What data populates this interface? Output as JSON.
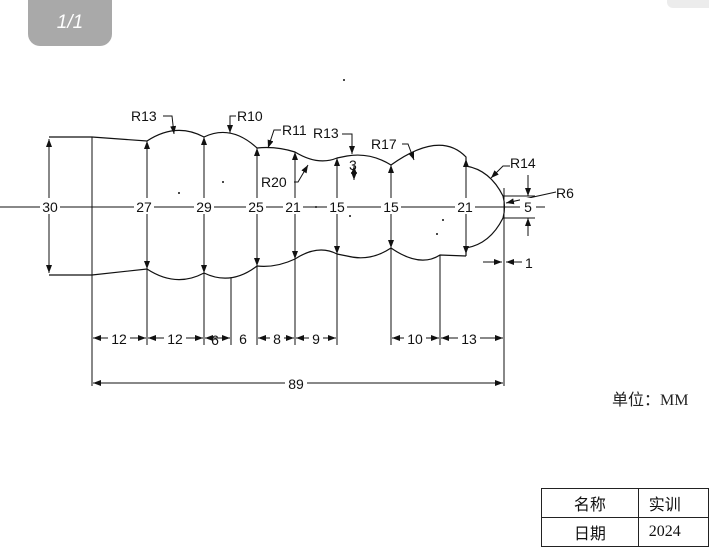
{
  "viewer": {
    "page_indicator": "1/1"
  },
  "drawing": {
    "diameters": [
      "30",
      "27",
      "29",
      "25",
      "21",
      "15",
      "15",
      "21",
      "5"
    ],
    "radii": [
      "R13",
      "R10",
      "R11",
      "R13",
      "R17",
      "R14",
      "R6",
      "R20"
    ],
    "lengths": [
      "12",
      "12",
      "6",
      "6",
      "8",
      "9",
      "10",
      "13",
      "89",
      "1",
      "3"
    ],
    "unit_label": "单位：MM"
  },
  "title_block": {
    "rows": [
      {
        "key": "名称",
        "value": "实训"
      },
      {
        "key": "日期",
        "value": "2024"
      }
    ]
  }
}
